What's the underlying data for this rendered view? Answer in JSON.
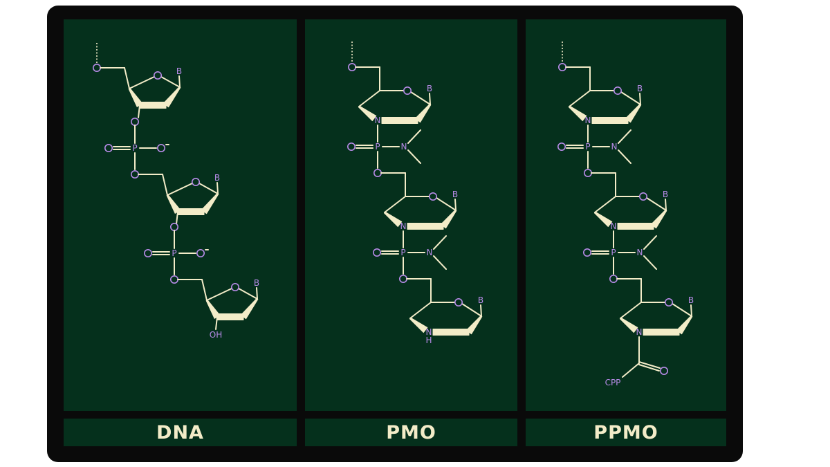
{
  "panels": [
    {
      "label": "DNA"
    },
    {
      "label": "PMO"
    },
    {
      "label": "PPMO"
    }
  ],
  "atoms": {
    "base": "B",
    "nitrogen": "N",
    "phosphorus": "P",
    "hydroxyl": "OH",
    "amine_h": "H",
    "cpp": "CPP"
  },
  "colors": {
    "panel_bg": "#05301c",
    "frame": "#0a0a0a",
    "bond": "#f3ecc8",
    "atom": "#b88be8"
  }
}
